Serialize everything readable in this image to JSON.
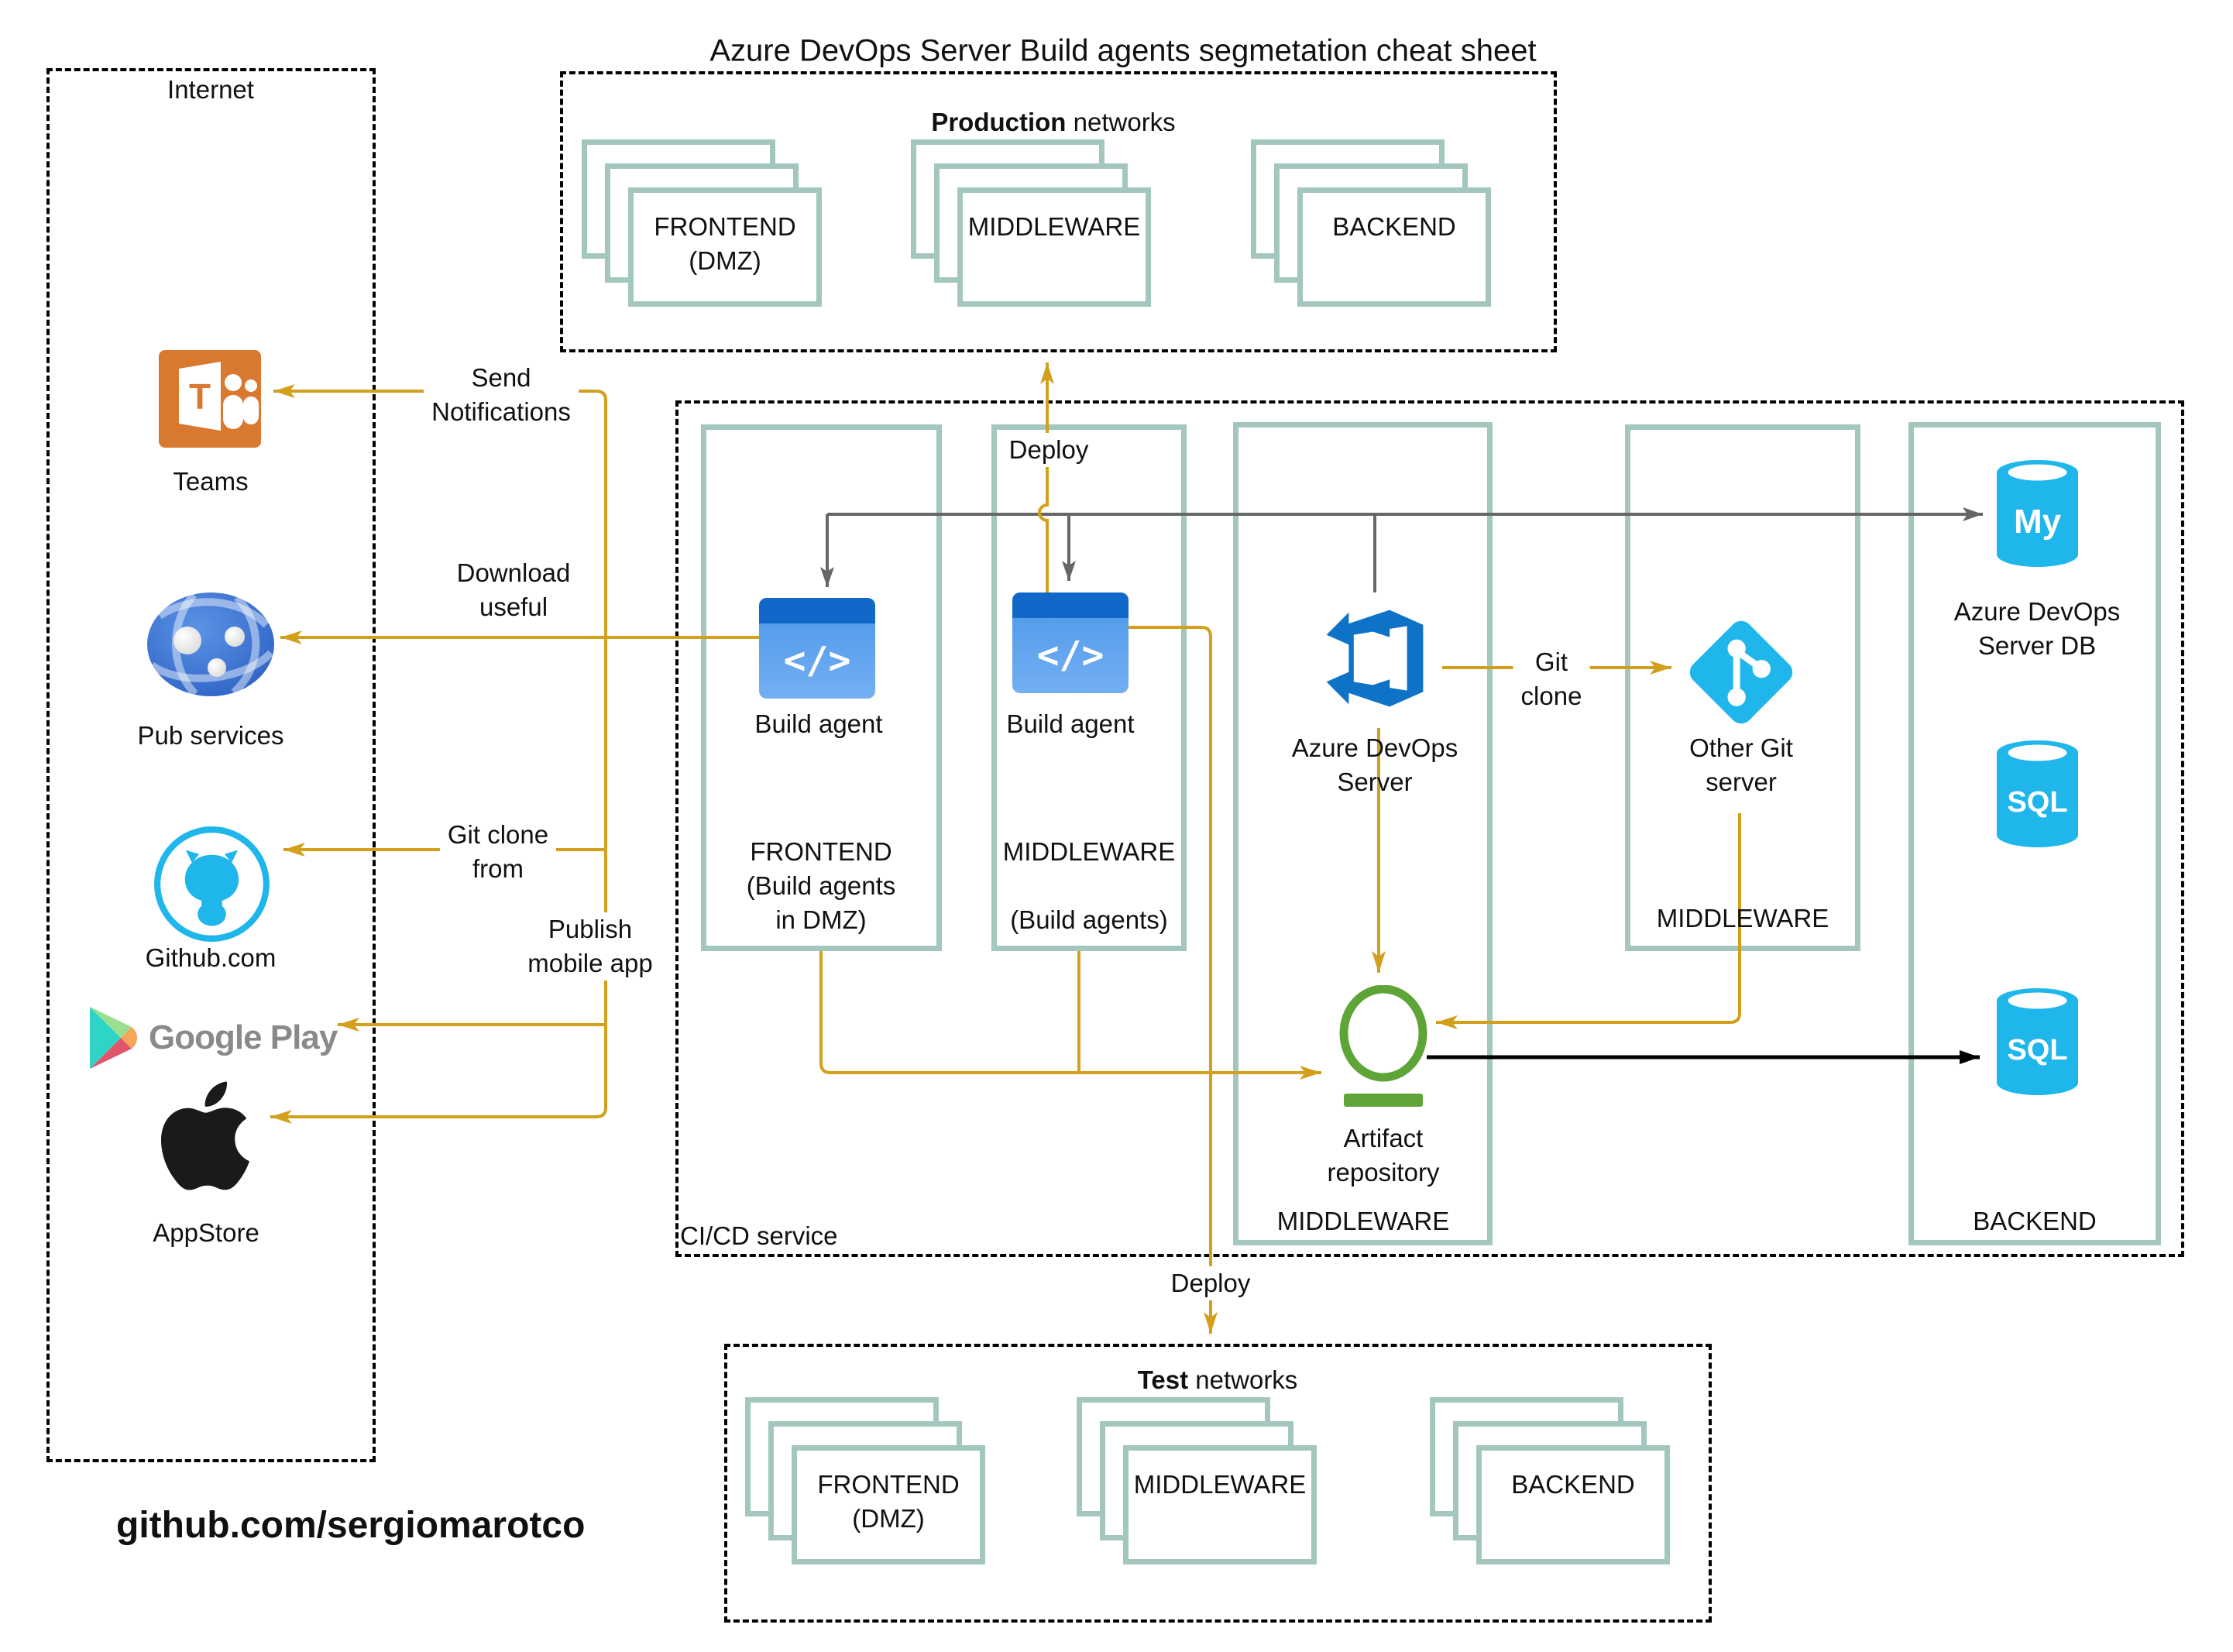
{
  "title": "Azure DevOps Server Build agents segmetation cheat sheet",
  "footer": "github.com/sergiomarotco",
  "colors": {
    "arrow_yellow": "#D2A01C",
    "arrow_gray": "#666666",
    "arrow_black": "#000000",
    "zone_border": "#A3C6BF",
    "icon_cyan": "#1FB6EC",
    "icon_green": "#5EA437",
    "icon_blue": "#0E72C6",
    "teams_orange": "#D9782F"
  },
  "internet": {
    "label": "Internet",
    "teams": "Teams",
    "pub_services": "Pub services",
    "github": "Github.com",
    "google_play": "Google Play",
    "appstore": "AppStore"
  },
  "production": {
    "title_bold": "Production",
    "title_rest": " networks",
    "stacks": [
      {
        "label": "FRONTEND\n(DMZ)"
      },
      {
        "label": "MIDDLEWARE"
      },
      {
        "label": "BACKEND"
      }
    ]
  },
  "test": {
    "title_bold": "Test",
    "title_rest": " networks",
    "stacks": [
      {
        "label": "FRONTEND\n(DMZ)"
      },
      {
        "label": "MIDDLEWARE"
      },
      {
        "label": "BACKEND"
      }
    ]
  },
  "cicd": {
    "label": "CI/CD service",
    "frontend_agent": {
      "title": "Build agent",
      "zone": "FRONTEND\n(Build agents\nin DMZ)"
    },
    "middleware_agent": {
      "title": "Build agent",
      "zone": "MIDDLEWARE\n\n(Build agents)"
    },
    "ado": {
      "title": "Azure DevOps\nServer",
      "artifact": "Artifact\nrepository",
      "zone": "MIDDLEWARE"
    },
    "other_git": {
      "title": "Other Git\nserver",
      "zone": "MIDDLEWARE"
    },
    "backend": {
      "db_title": "Azure DevOps\nServer DB",
      "zone": "BACKEND"
    }
  },
  "icon_glyphs": {
    "teams_t": "T",
    "build_agent": "</>",
    "mysql": "My",
    "sql": "SQL"
  },
  "edges": {
    "send_notifications": "Send\nNotifications",
    "download_useful": "Download\nuseful",
    "git_clone_from": "Git clone\nfrom",
    "publish_mobile_app": "Publish\nmobile app",
    "deploy_production": "Deploy",
    "deploy_test": "Deploy",
    "git_clone": "Git\nclone"
  }
}
